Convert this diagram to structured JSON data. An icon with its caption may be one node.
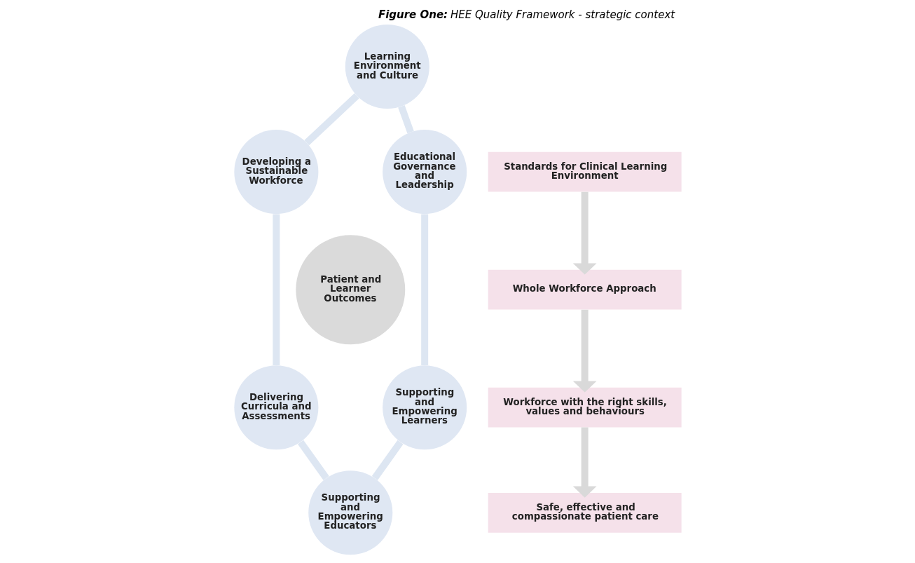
{
  "diagram": {
    "title": "**Figure One:** HEE Quality Framework - strategic context",
    "nodes": [
      {
        "text": [
          "Learning Environment and Culture"
        ]
      },
      {
        "text": [
          "Educational Governance and Leadership"
        ]
      },
      {
        "text": [
          "Supporting and Empowering Learners"
        ]
      },
      {
        "text": [
          "Supporting and Empowering Educators"
        ]
      },
      {
        "text": [
          "Delivering Curricula and Assessments"
        ]
      },
      {
        "text": [
          "Developing a Sustainable Workforce"
        ]
      },
      {
        "text": [
          "Patient and Learner Outcomes"
        ]
      },
      {
        "text": [
          "Standards for Clinical Learning Environment"
        ]
      },
      {
        "text": [
          "Whole Workforce Approach"
        ]
      },
      {
        "text": [
          "Workforce with the right skills, values and behaviours"
        ]
      },
      {
        "text": [
          "Safe, effective and compassionate patient care"
        ]
      }
    ],
    "edges": [
      {
        "from": 0,
        "to": 1,
        "arrow": "none"
      },
      {
        "from": 1,
        "to": 2,
        "arrow": "none"
      },
      {
        "from": 2,
        "to": 3,
        "arrow": "none"
      },
      {
        "from": 3,
        "to": 4,
        "arrow": "none"
      },
      {
        "from": 4,
        "to": 5,
        "arrow": "none"
      },
      {
        "from": 5,
        "to": 0,
        "arrow": "none"
      },
      {
        "from": 7,
        "to": 8,
        "arrow": "to",
        "color": "#d9d9d9"
      },
      {
        "from": 8,
        "to": 9,
        "arrow": "to",
        "color": "#d9d9d9"
      },
      {
        "from": 9,
        "to": 10,
        "arrow": "to",
        "color": "#d9d9d9"
      }
    ]
  }
}
